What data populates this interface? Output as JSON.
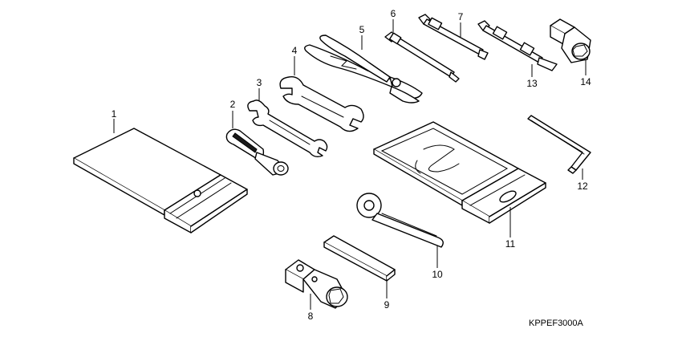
{
  "callouts": {
    "c1": "1",
    "c2": "2",
    "c3": "3",
    "c4": "4",
    "c5": "5",
    "c6": "6",
    "c7": "7",
    "c8": "8",
    "c9": "9",
    "c10": "10",
    "c11": "11",
    "c12": "12",
    "c13": "13",
    "c14": "14"
  },
  "drawing_code": "KPPEF3000A"
}
